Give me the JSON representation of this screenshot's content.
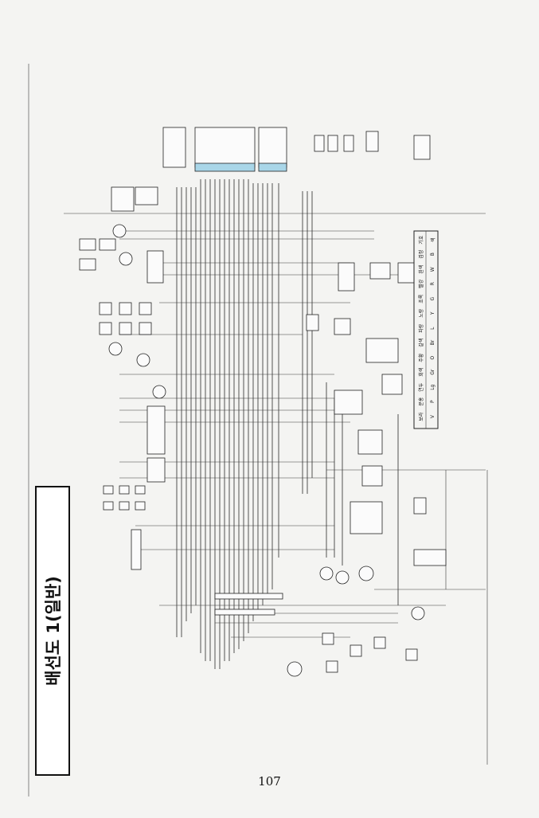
{
  "title": "배선도 1(일반)",
  "page_number": "107",
  "legend_table": {
    "header_row": [
      "색",
      "기호"
    ],
    "rows": [
      [
        "B",
        "검정"
      ],
      [
        "W",
        "흰색"
      ],
      [
        "R",
        "빨강"
      ],
      [
        "G",
        "초록"
      ],
      [
        "Y",
        "노랑"
      ],
      [
        "L",
        "파랑"
      ],
      [
        "Br",
        "갈색"
      ],
      [
        "O",
        "주황"
      ],
      [
        "Gr",
        "회색"
      ],
      [
        "Lg",
        "연두"
      ],
      [
        "P",
        "분홍"
      ],
      [
        "V",
        "보라"
      ]
    ]
  },
  "colors": {
    "ink": "#222222",
    "paper": "#f4f4f2",
    "harness_highlight": "#a9d6e8"
  }
}
